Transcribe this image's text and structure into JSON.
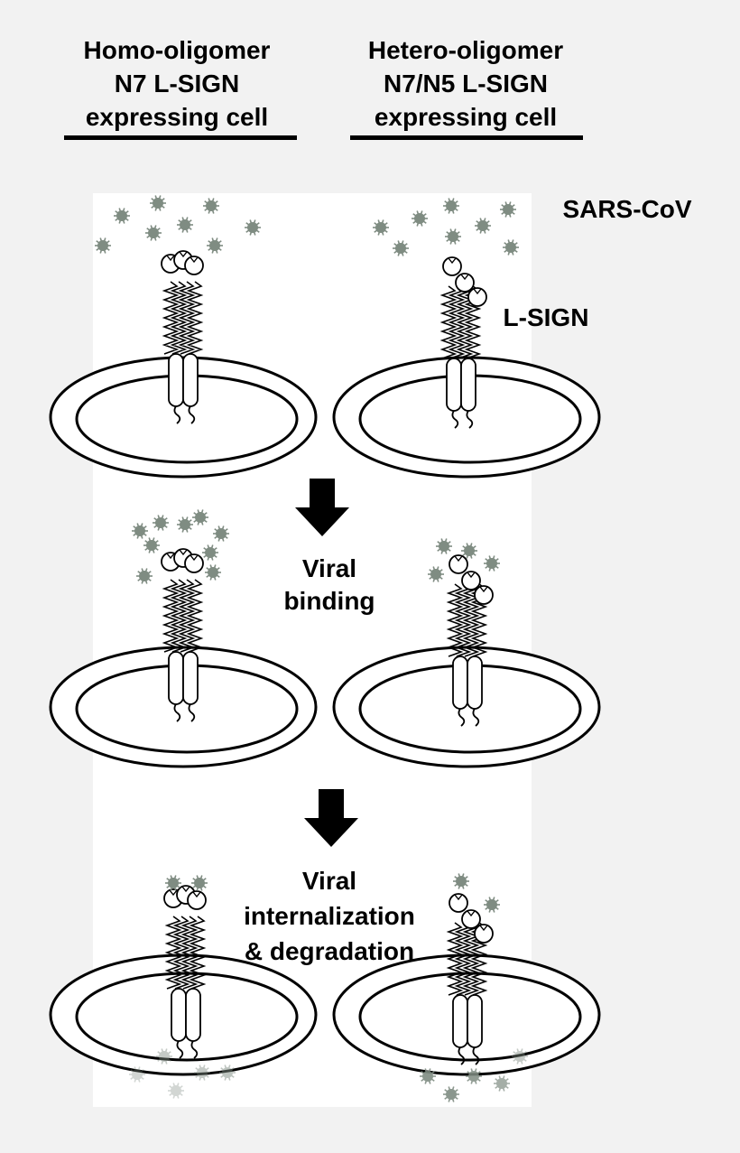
{
  "headers": {
    "left": [
      "Homo-oligomer",
      "N7 L-SIGN",
      "expressing cell"
    ],
    "right": [
      "Hetero-oligomer",
      "N7/N5 L-SIGN",
      "expressing cell"
    ]
  },
  "labels": {
    "virus": "SARS-CoV",
    "receptor": "L-SIGN",
    "step1": [
      "Viral",
      "binding"
    ],
    "step2": [
      "Viral",
      "internalization",
      "& degradation"
    ]
  },
  "colors": {
    "background": "#f2f2f2",
    "panel": "#ffffff",
    "ink": "#000000",
    "virus": "#7f8c82"
  }
}
